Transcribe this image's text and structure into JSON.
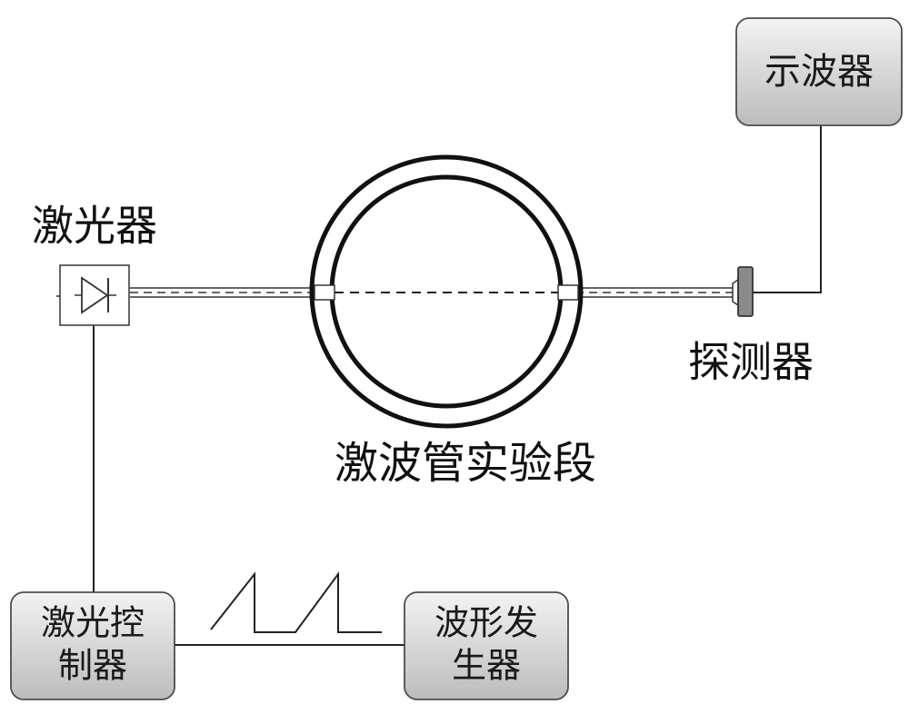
{
  "labels": {
    "laser": "激光器",
    "detector": "探测器",
    "test_section": "激波管实验段"
  },
  "boxes": {
    "oscilloscope": "示波器",
    "laser_controller": [
      "激光控",
      "制器"
    ],
    "waveform_generator": [
      "波形发",
      "生器"
    ]
  },
  "colors": {
    "box_fill_top": "#f2f2f2",
    "box_fill_bottom": "#bdbdbd",
    "box_stroke": "#4d4d4d",
    "line": "#222222",
    "detector_fill": "#8a8a8a"
  }
}
